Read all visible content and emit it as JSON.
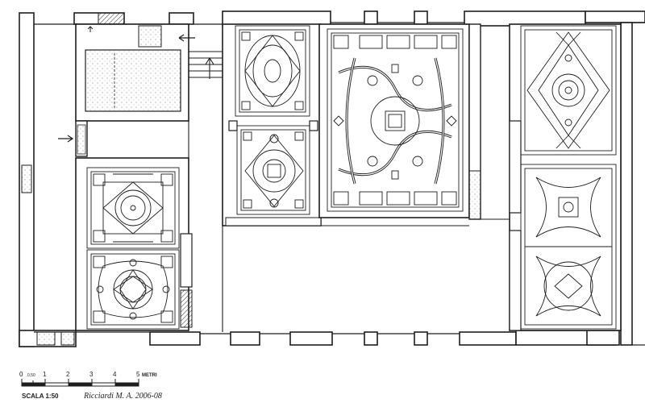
{
  "scale_bar": {
    "ticks": [
      "0",
      "0,50",
      "1",
      "2",
      "3",
      "4",
      "5"
    ],
    "unit": "METRI",
    "scale_label": "SCALA 1:50",
    "author": "Ricciardi M. A. 2006-08"
  },
  "colors": {
    "line": "#1e1e1e",
    "wall_fill": "#ffffff",
    "stipple": "#9a9a9a",
    "paper": "#ffffff"
  },
  "floor_panels": [
    {
      "id": "hall-north",
      "motif": "concentric-circle-and-lozenge"
    },
    {
      "id": "hall-south",
      "motif": "quatrefoil-with-cross-rosette"
    },
    {
      "id": "room-a-north",
      "motif": "ellipse-medallion"
    },
    {
      "id": "room-a-south",
      "motif": "circle-in-lozenge"
    },
    {
      "id": "room-b",
      "motif": "interlacing-bands-with-emblems"
    },
    {
      "id": "room-c-north",
      "motif": "lozenge-with-rosette"
    },
    {
      "id": "room-c-south",
      "motif": "double-quatrefoil"
    }
  ]
}
